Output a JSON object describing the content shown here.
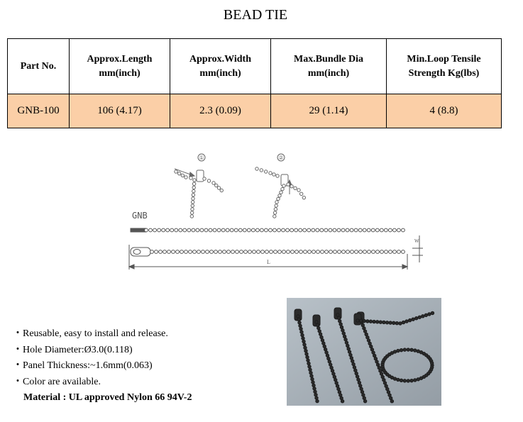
{
  "title": "BEAD TIE",
  "table": {
    "headers": [
      [
        "Part No."
      ],
      [
        "Approx.Length",
        "mm(inch)"
      ],
      [
        "Approx.Width",
        "mm(inch)"
      ],
      [
        "Max.Bundle Dia",
        "mm(inch)"
      ],
      [
        "Min.Loop Tensile",
        "Strength  Kg(lbs)"
      ]
    ],
    "row": [
      "GNB-100",
      "106 (4.17)",
      "2.3 (0.09)",
      "29 (1.14)",
      "4 (8.8)"
    ]
  },
  "drawing": {
    "step1": "①",
    "step2": "②",
    "model": "GNB",
    "dim_length": "L",
    "dim_width": "W"
  },
  "features": [
    "・Reusable, easy to install and release.",
    "・Hole Diameter:Ø3.0(0.118)",
    "・Panel Thickness:~1.6mm(0.063)",
    "・Color are available."
  ],
  "material": "Material : UL approved Nylon 66 94V-2",
  "colors": {
    "header_bg": "#ffffff",
    "row_bg": "#fbcfa7",
    "photo_bg": "#a9b3bb"
  }
}
